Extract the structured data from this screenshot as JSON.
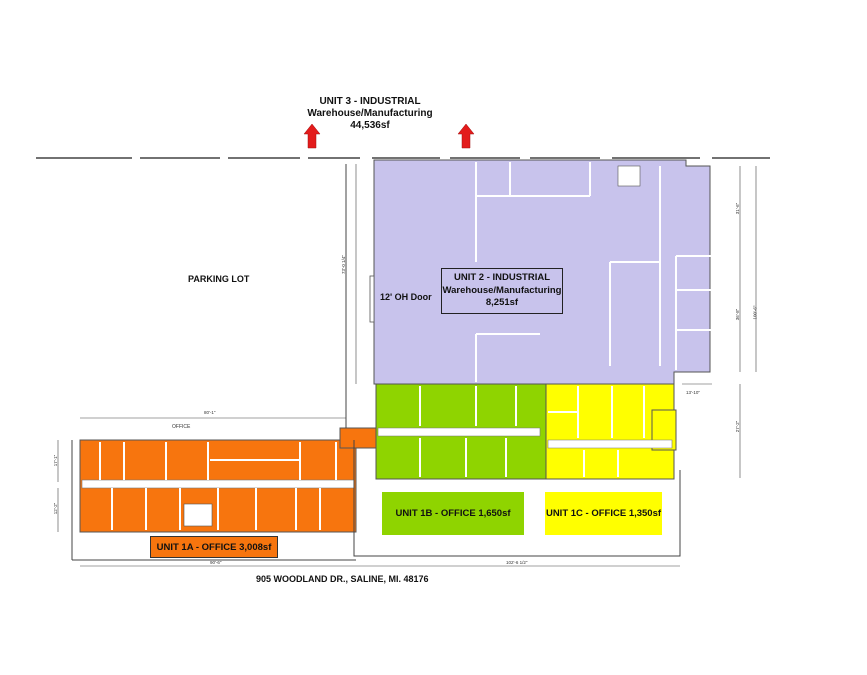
{
  "unit3": {
    "line1": "UNIT 3 - INDUSTRIAL",
    "line2": "Warehouse/Manufacturing",
    "line3": "44,536sf"
  },
  "parking_lot": "PARKING LOT",
  "oh_door": "12' OH Door",
  "unit2": {
    "line1": "UNIT 2 - INDUSTRIAL",
    "line2": "Warehouse/Manufacturing",
    "line3": "8,251sf"
  },
  "unit1b": "UNIT 1B - OFFICE 1,650sf",
  "unit1c": "UNIT 1C - OFFICE 1,350sf",
  "unit1a": "UNIT 1A - OFFICE 3,008sf",
  "office_label": "OFFICE",
  "address": "905 WOODLAND DR., SALINE, MI. 48176",
  "dimensions": {
    "d1": "80'-1\"",
    "d2": "90'-6\"",
    "d3": "102'-6 1/2\"",
    "d4": "73'-0 1/4\"",
    "d5": "100'-6\"",
    "d6": "36'-8\"",
    "d7": "31'-6\"",
    "d8": "13'-10\"",
    "d9": "27'-2\"",
    "d10": "17'-1\"",
    "d11": "12'-2\""
  },
  "colors": {
    "unit2": "#c8c3ec",
    "unit1b": "#8fd400",
    "unit1c": "#ffff00",
    "unit1a": "#f7750e",
    "arrow": "#e31b1b"
  }
}
